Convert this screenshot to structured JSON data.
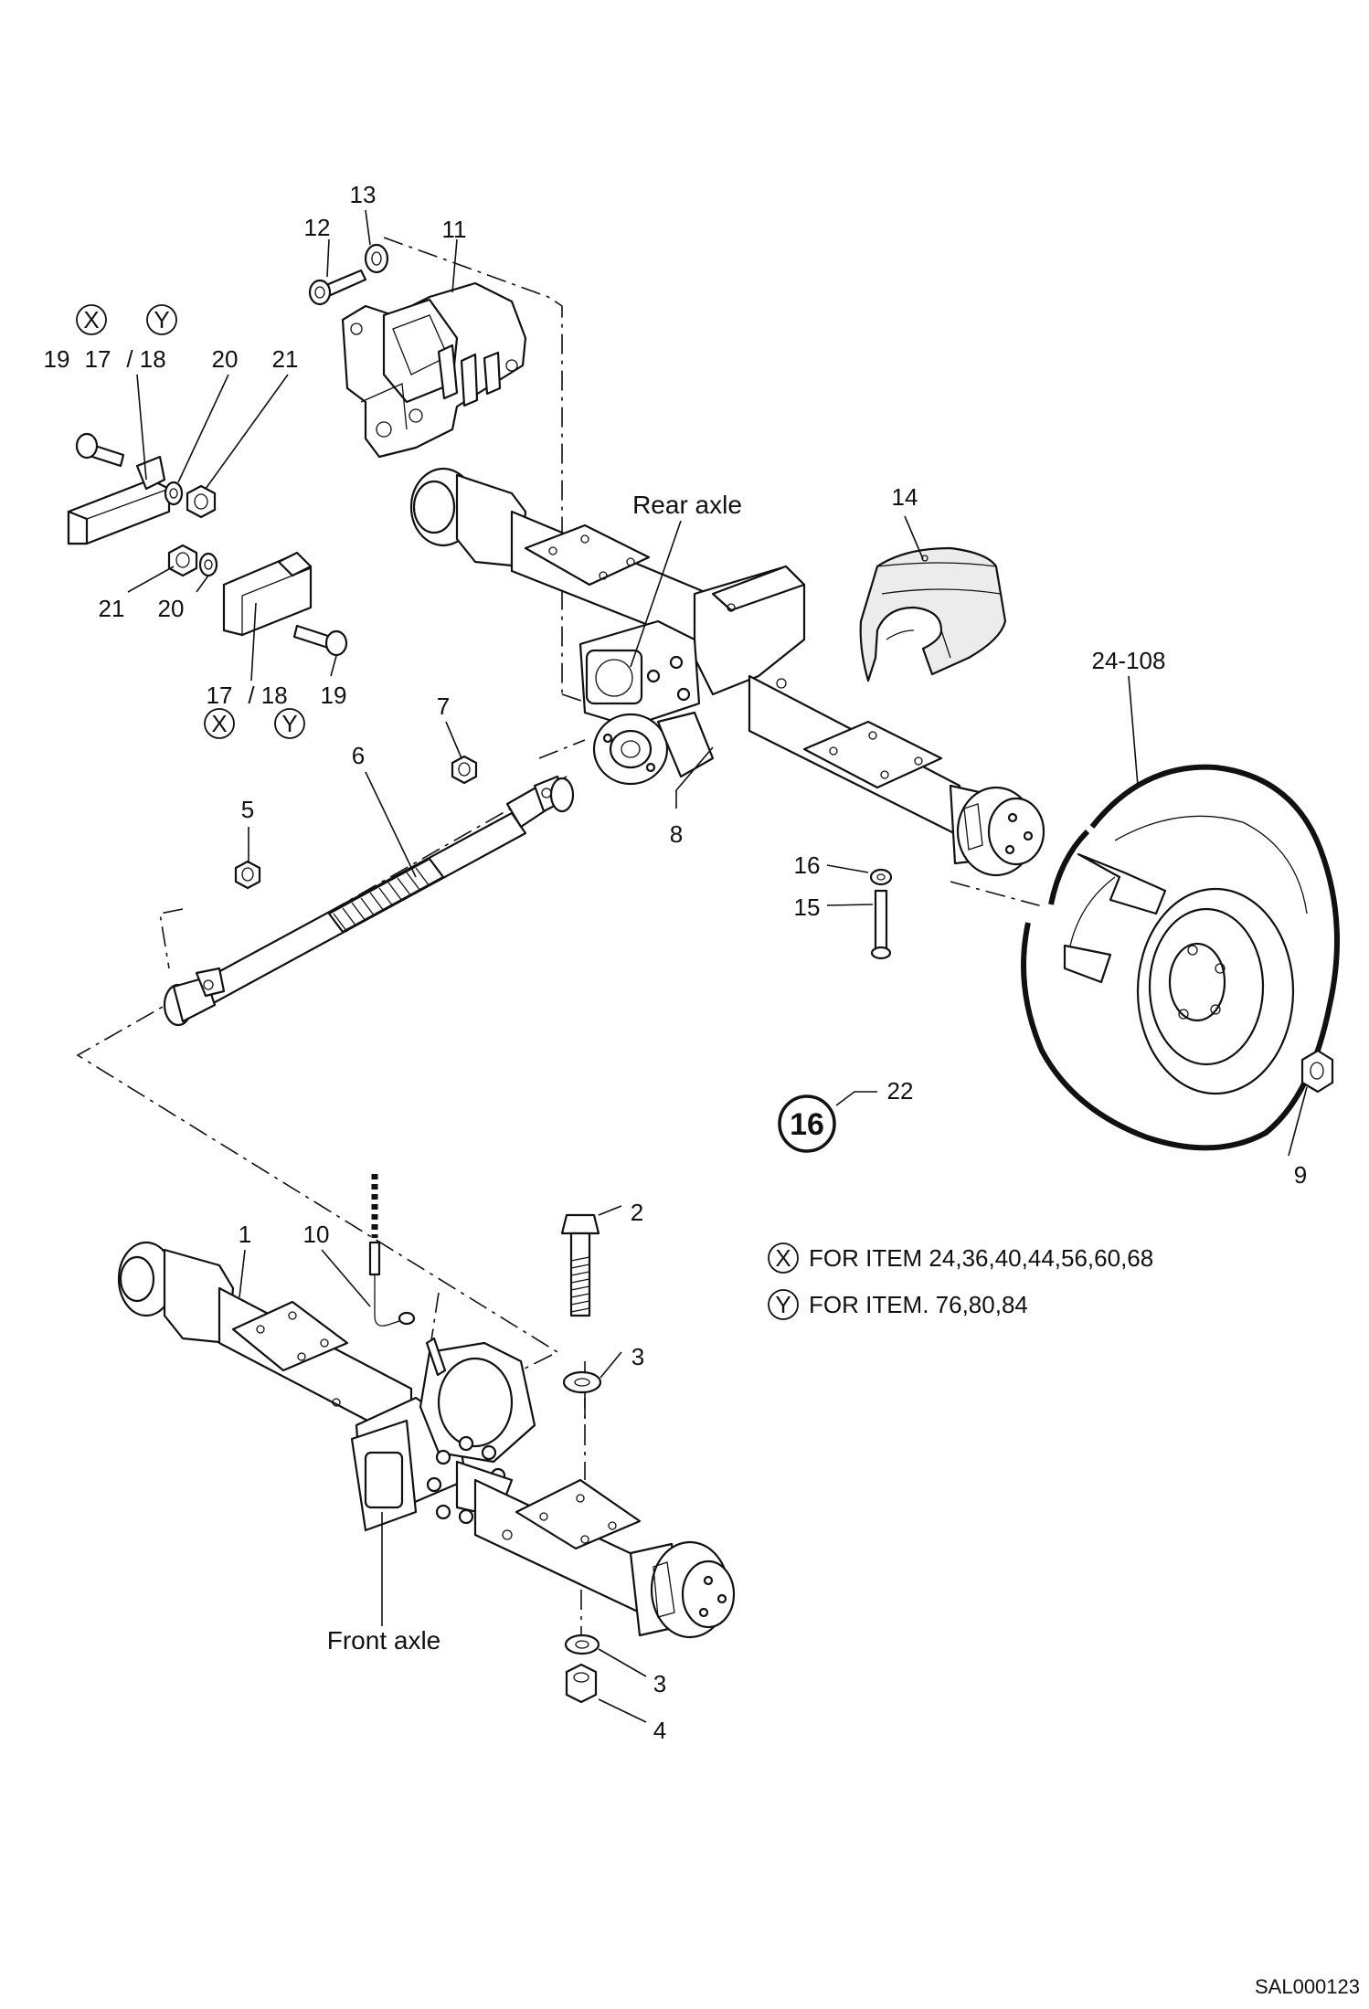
{
  "labels": {
    "p13": "13",
    "p12": "12",
    "p11": "11",
    "x_top": "X",
    "y_top": "Y",
    "p19a": "19",
    "p17a": "17",
    "p18a": "/ 18",
    "p20a": "20",
    "p21a": "21",
    "p21b": "21",
    "p20b": "20",
    "p17b": "17",
    "p18b": "/ 18",
    "p19b": "19",
    "x_bot": "X",
    "y_bot": "Y",
    "rear_axle": "Rear axle",
    "p14": "14",
    "p24_108": "24-108",
    "p7": "7",
    "p6": "6",
    "p5": "5",
    "p8": "8",
    "p16": "16",
    "p15": "15",
    "callout22_num": "16",
    "p22": "22",
    "p9": "9",
    "p2": "2",
    "p1": "1",
    "p10": "10",
    "p3a": "3",
    "front_axle": "Front axle",
    "p3b": "3",
    "p4": "4"
  },
  "notes": {
    "x_symbol": "X",
    "x_text": "FOR ITEM 24,36,40,44,56,60,68",
    "y_symbol": "Y",
    "y_text": "FOR ITEM. 76,80,84"
  },
  "footer": {
    "code": "SAL000123"
  }
}
